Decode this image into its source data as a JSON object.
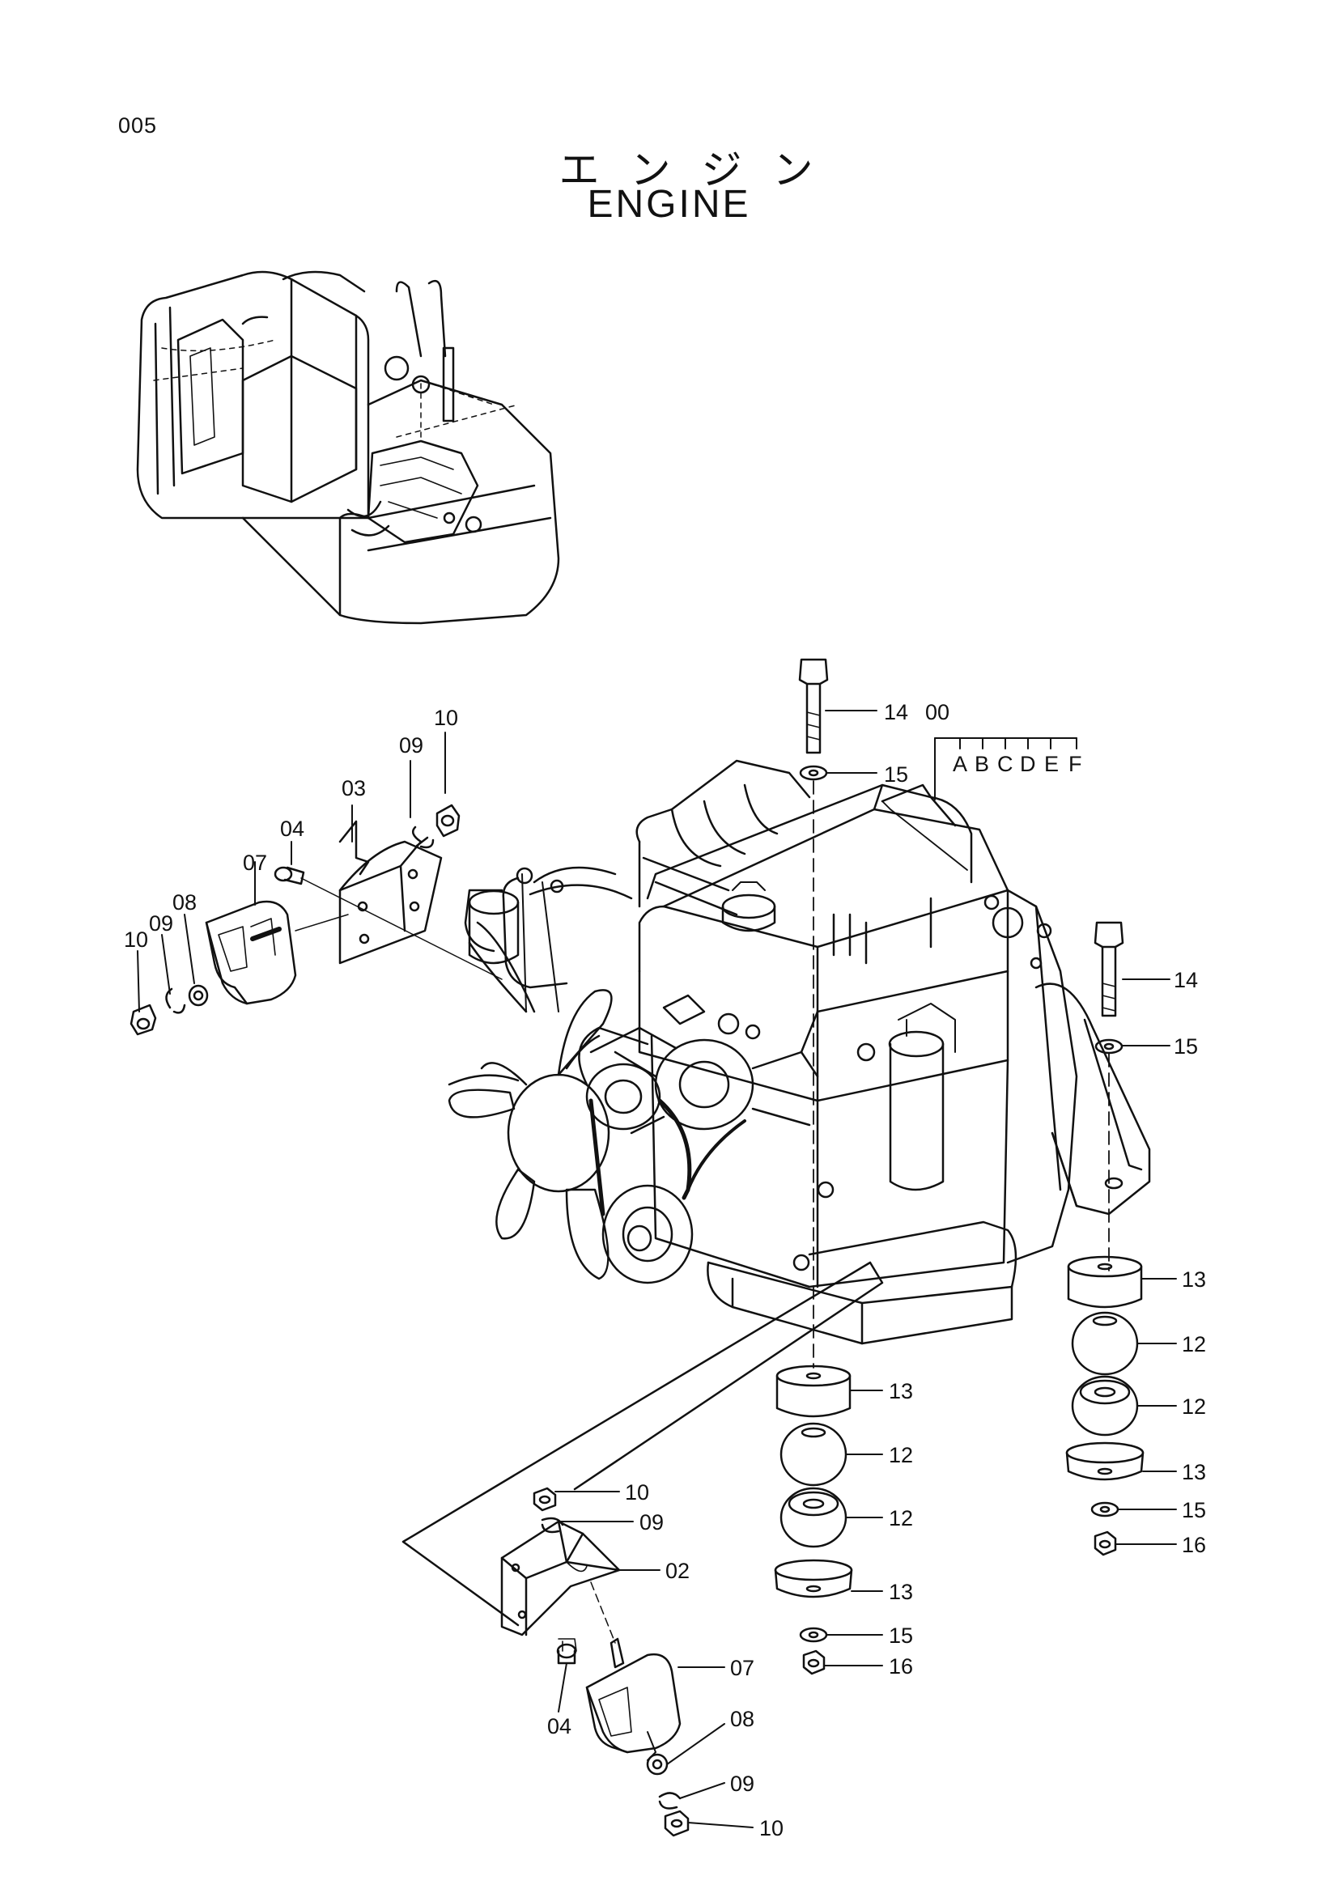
{
  "page_number": "005",
  "title_jp": "エンジン",
  "title_en": "ENGINE",
  "assembly_number": "00",
  "variants": [
    "A",
    "B",
    "C",
    "D",
    "E",
    "F"
  ],
  "callouts": {
    "c14a": "14",
    "c15a": "15",
    "c14b": "14",
    "c15b": "15",
    "c03": "03",
    "c09a": "09",
    "c10a": "10",
    "c04a": "04",
    "c07a": "07",
    "c08a": "08",
    "c09b": "09",
    "c10b": "10",
    "c13a": "13",
    "c12a": "12",
    "c12b": "12",
    "c13b": "13",
    "c15c": "15",
    "c16a": "16",
    "c13c": "13",
    "c12c": "12",
    "c12d": "12",
    "c13d": "13",
    "c15d": "15",
    "c16b": "16",
    "c10c": "10",
    "c09c": "09",
    "c02": "02",
    "c07b": "07",
    "c04b": "04",
    "c08b": "08",
    "c09d": "09",
    "c10d": "10"
  }
}
